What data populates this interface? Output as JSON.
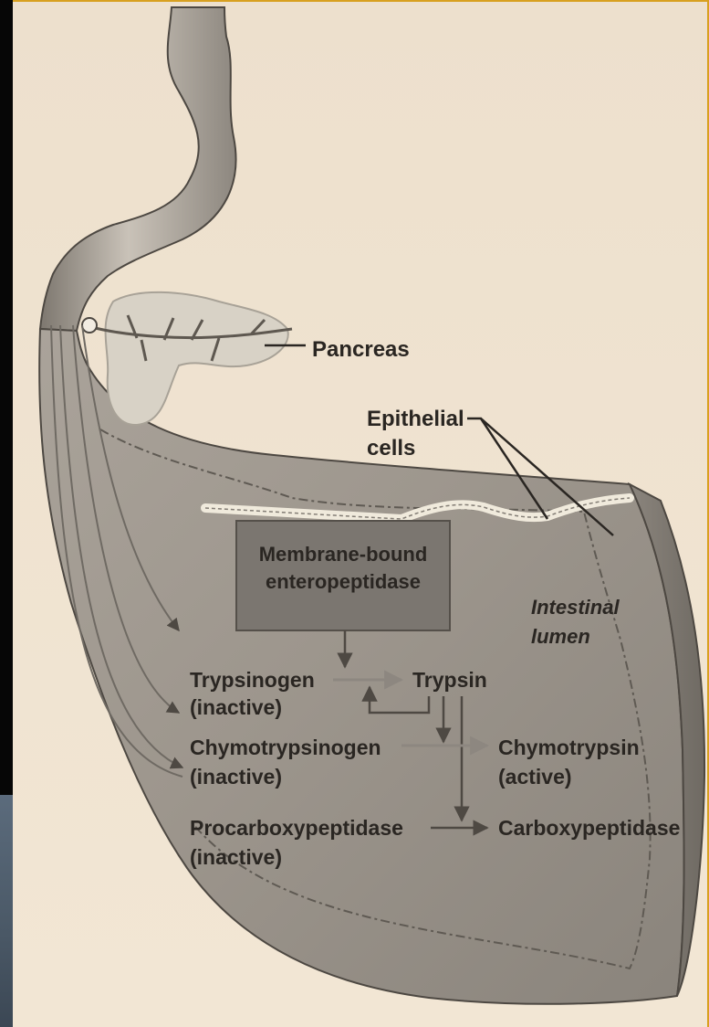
{
  "labels": {
    "pancreas": "Pancreas",
    "epithelial_line1": "Epithelial",
    "epithelial_line2": "cells",
    "enteropeptidase_line1": "Membrane-bound",
    "enteropeptidase_line2": "enteropeptidase",
    "lumen_line1": "Intestinal",
    "lumen_line2": "lumen",
    "trypsinogen": "Trypsinogen",
    "trypsinogen_state": "(inactive)",
    "trypsin": "Trypsin",
    "chymotrypsinogen": "Chymotrypsinogen",
    "chymotrypsinogen_state": "(inactive)",
    "chymotrypsin": "Chymotrypsin",
    "chymotrypsin_state": "(active)",
    "procarboxypeptidase": "Procarboxypeptidase",
    "procarboxypeptidase_state": "(inactive)",
    "carboxypeptidase": "Carboxypeptidase"
  }
}
